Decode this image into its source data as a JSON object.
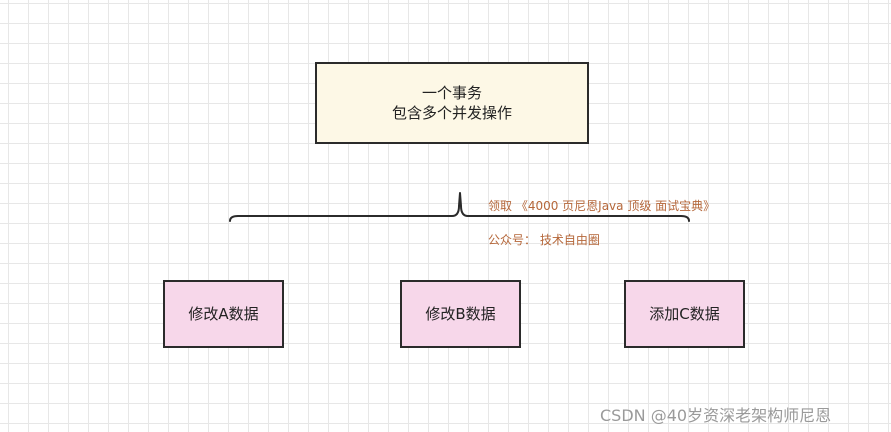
{
  "transaction": {
    "line1": "一个事务",
    "line2": "包含多个并发操作"
  },
  "operations": [
    {
      "label": "修改A数据"
    },
    {
      "label": "修改B数据"
    },
    {
      "label": "添加C数据"
    }
  ],
  "annotations": {
    "line1": "领取 《4000 页尼恩Java 顶级 面试宝典》",
    "line2": "公众号： 技术自由圈"
  },
  "watermark": "CSDN @40岁资深老架构师尼恩",
  "colors": {
    "transaction_fill": "#fdf8e6",
    "operation_fill": "#f7d7ea",
    "stroke": "#2b2b2b",
    "annotation_text": "#b5673a"
  }
}
